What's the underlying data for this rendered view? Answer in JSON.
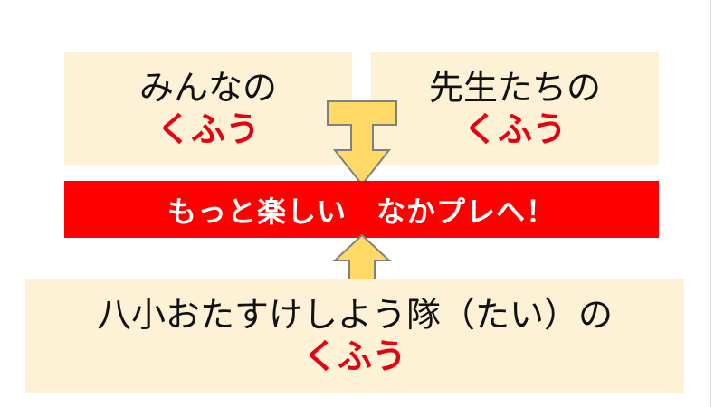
{
  "colors": {
    "box_fill": "#fdf1d6",
    "banner_fill": "#ff0000",
    "highlight_text": "#e60012",
    "arrow_fill": "#ffd966",
    "arrow_stroke": "#808080"
  },
  "left_box": {
    "line1": "みんなの",
    "line2": "くふう"
  },
  "right_box": {
    "line1": "先生たちの",
    "line2": "くふう"
  },
  "banner": {
    "text": "もっと楽しい　なかプレへ！"
  },
  "bottom_box": {
    "line1": "八小おたすけしよう隊（たい）の",
    "line2": "くふう"
  }
}
